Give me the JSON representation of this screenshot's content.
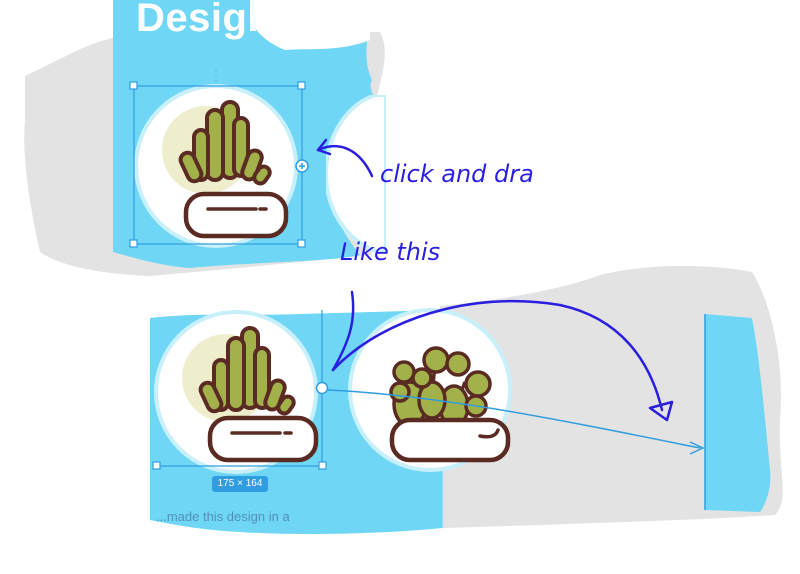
{
  "top_panel": {
    "heading": "Design"
  },
  "bottom_panel": {
    "size_badge": "175 × 164",
    "caption": "...made this design in a"
  },
  "annotations": {
    "instruction_1": "click and dra",
    "instruction_2": "Like this"
  },
  "colors": {
    "canvas_blue": "#6fd6f6",
    "gray_area": "#e3e3e3",
    "selection_blue": "#2f9de0",
    "pen_ink": "#2a1ee0",
    "plant_green": "#a3b14a",
    "outline_brown": "#5a2b22",
    "pot_white": "#ffffff",
    "sun_circle": "#eeeecd"
  },
  "icons": {
    "plant_1": "cactus-plant-icon",
    "plant_2": "round-leaf-plant-icon"
  }
}
